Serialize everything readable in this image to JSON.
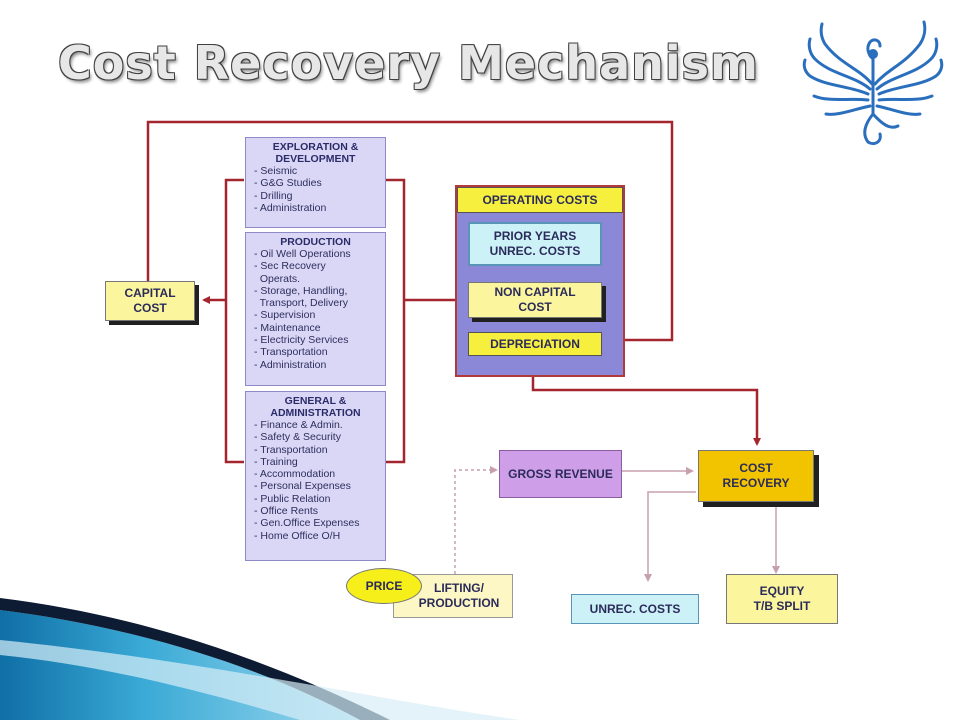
{
  "slide": {
    "title": "Cost Recovery Mechanism"
  },
  "colors": {
    "arrow_red": "#a3262e",
    "lavender": "#d9d7f5",
    "yellow": "#f6ef3e",
    "cyan": "#ccf2f8",
    "purple": "#cf9ee8",
    "gold": "#f2c400",
    "logo_blue": "#2a6fbd",
    "band_blue": "#1f8fc2"
  },
  "icons": {
    "logo": "phoenix-logo-icon"
  },
  "diagram": {
    "capital_cost": "CAPITAL\nCOST",
    "exploration": {
      "heading": "EXPLORATION &\nDEVELOPMENT",
      "items": [
        "- Seismic",
        "- G&G Studies",
        "- Drilling",
        "- Administration"
      ]
    },
    "production": {
      "heading": "PRODUCTION",
      "items": [
        "- Oil Well Operations",
        "- Sec Recovery",
        "  Operats.",
        "- Storage, Handling,",
        "  Transport, Delivery",
        "- Supervision",
        "- Maintenance",
        "- Electricity Services",
        "- Transportation",
        "- Administration"
      ]
    },
    "general": {
      "heading": "GENERAL &\nADMINISTRATION",
      "items": [
        "- Finance & Admin.",
        "- Safety & Security",
        "- Transportation",
        "- Training",
        "- Accommodation",
        "- Personal Expenses",
        "- Public Relation",
        "- Office Rents",
        "- Gen.Office Expenses",
        "- Home Office O/H"
      ]
    },
    "operating_costs": "OPERATING COSTS",
    "prior_years": "PRIOR YEARS\nUNREC. COSTS",
    "non_capital": "NON CAPITAL\nCOST",
    "depreciation": "DEPRECIATION",
    "gross_revenue": "GROSS REVENUE",
    "cost_recovery": "COST\nRECOVERY",
    "price": "PRICE",
    "lifting": "LIFTING/\nPRODUCTION",
    "unrec_costs": "UNREC. COSTS",
    "equity": "EQUITY\nT/B SPLIT"
  }
}
